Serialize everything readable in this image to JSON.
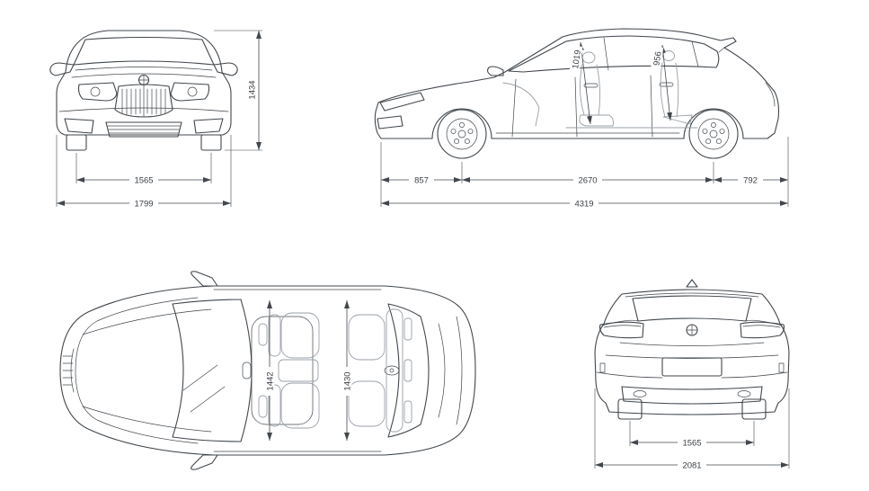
{
  "colors": {
    "line": "#41474d",
    "interior_line": "#9aa1a8",
    "background": "#ffffff"
  },
  "dimensions": {
    "front_view": {
      "overall_height": "1434",
      "front_track": "1565",
      "overall_width": "1799"
    },
    "side_view": {
      "front_interior_height": "1019",
      "rear_interior_height": "956",
      "front_overhang": "857",
      "wheelbase": "2670",
      "rear_overhang": "792",
      "overall_length": "4319"
    },
    "top_view": {
      "front_interior_width": "1442",
      "rear_interior_width": "1430"
    },
    "rear_view": {
      "rear_track": "1565",
      "overall_width": "2081"
    }
  }
}
